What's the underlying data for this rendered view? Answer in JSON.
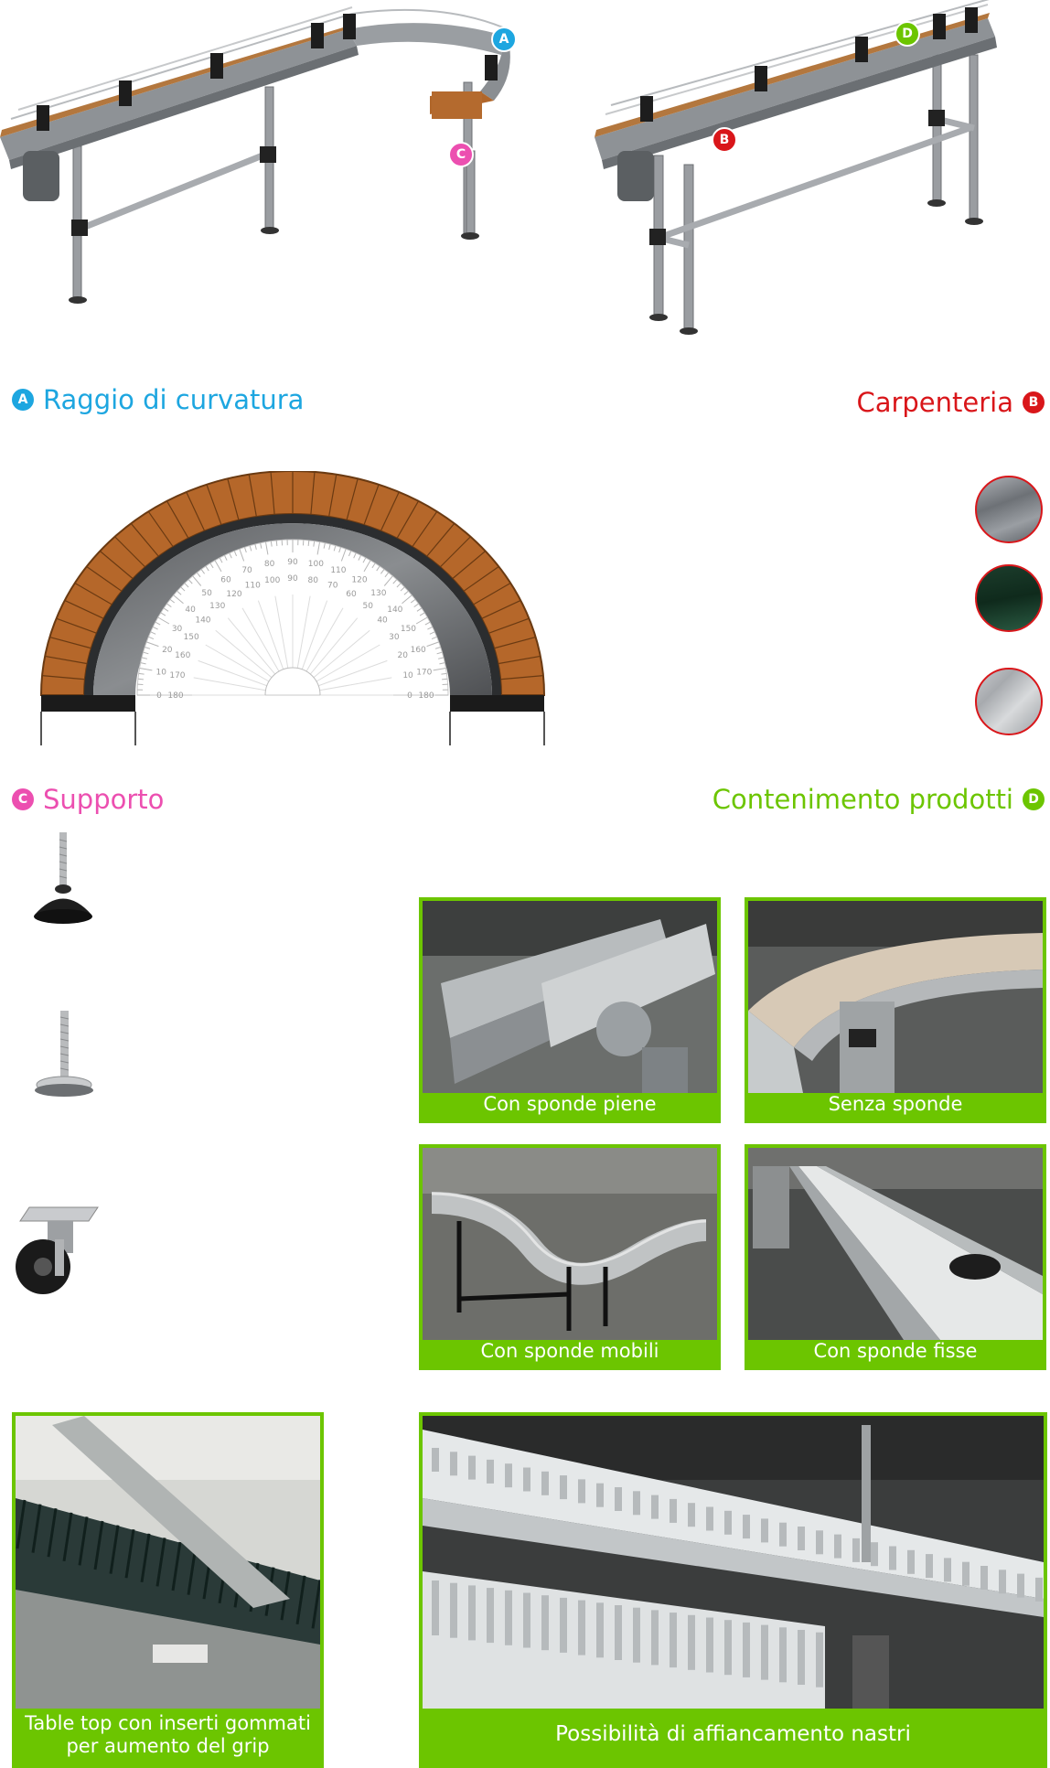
{
  "markers": {
    "a": "A",
    "b": "B",
    "c": "C",
    "d": "D"
  },
  "colors": {
    "a": "#1da6e0",
    "b": "#d9161a",
    "c": "#ec4fb0",
    "d": "#6cc500"
  },
  "sections": {
    "raggio": "Raggio di curvatura",
    "carpenteria": "Carpenteria",
    "supporto": "Supporto",
    "contenimento": "Contenimento prodotti"
  },
  "protractor": {
    "outer": [
      "0",
      "10",
      "20",
      "30",
      "40",
      "50",
      "60",
      "70",
      "80",
      "90",
      "100",
      "110",
      "120",
      "130",
      "140",
      "150",
      "160",
      "170",
      "180"
    ],
    "inner": [
      "180",
      "170",
      "160",
      "150",
      "140",
      "130",
      "120",
      "110",
      "100",
      "90",
      "80",
      "70",
      "60",
      "50",
      "40",
      "30",
      "20",
      "10",
      "0"
    ]
  },
  "swatches": [
    "stainless-brushed",
    "green-painted",
    "galvanized"
  ],
  "supports": [
    "adjustable-foot-black",
    "adjustable-foot-steel",
    "swivel-caster"
  ],
  "containment": [
    {
      "caption": "Con sponde piene"
    },
    {
      "caption": "Senza sponde"
    },
    {
      "caption": "Con sponde mobili"
    },
    {
      "caption": "Con sponde fisse"
    }
  ],
  "bottom": {
    "left_caption": "Table top con inserti gommati per aumento del grip",
    "right_caption": "Possibilità di affiancamento nastri"
  }
}
